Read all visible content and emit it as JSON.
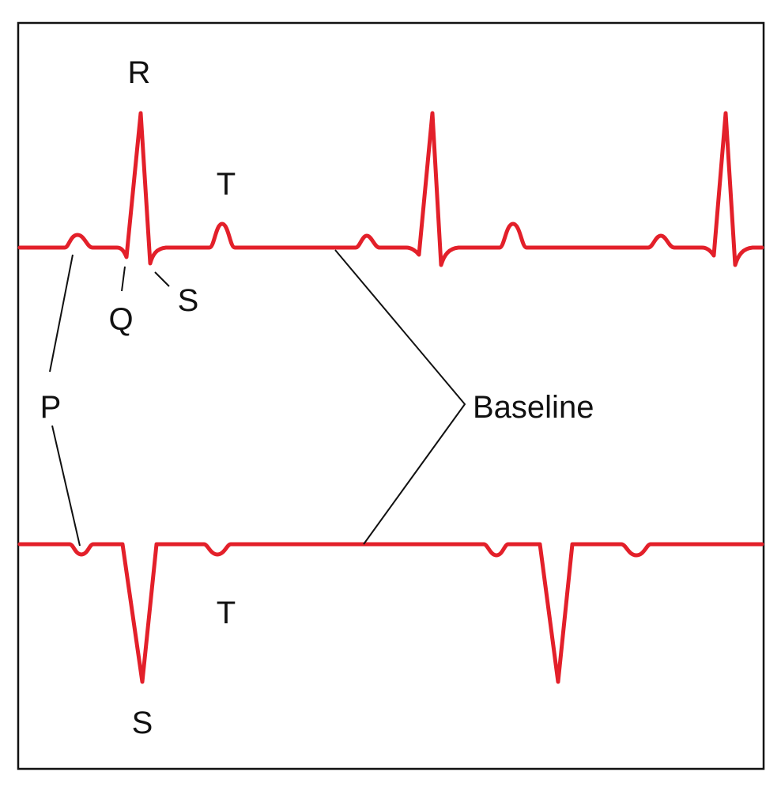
{
  "diagram": {
    "labels": {
      "r": "R",
      "t_upper": "T",
      "q": "Q",
      "s_upper": "S",
      "p": "P",
      "baseline": "Baseline",
      "t_lower": "T",
      "s_lower": "S"
    },
    "colors": {
      "trace": "#e3202a",
      "leader": "#111111",
      "frame": "#111111",
      "background": "#ffffff"
    }
  }
}
